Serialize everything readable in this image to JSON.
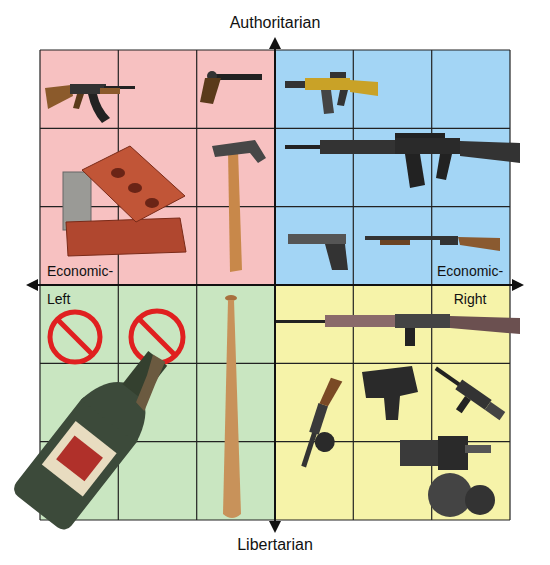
{
  "diagram": {
    "labels": [
      "Authoritarian",
      "Economic- Left",
      "Economic- Right",
      "Libertarian"
    ]
  }
}
